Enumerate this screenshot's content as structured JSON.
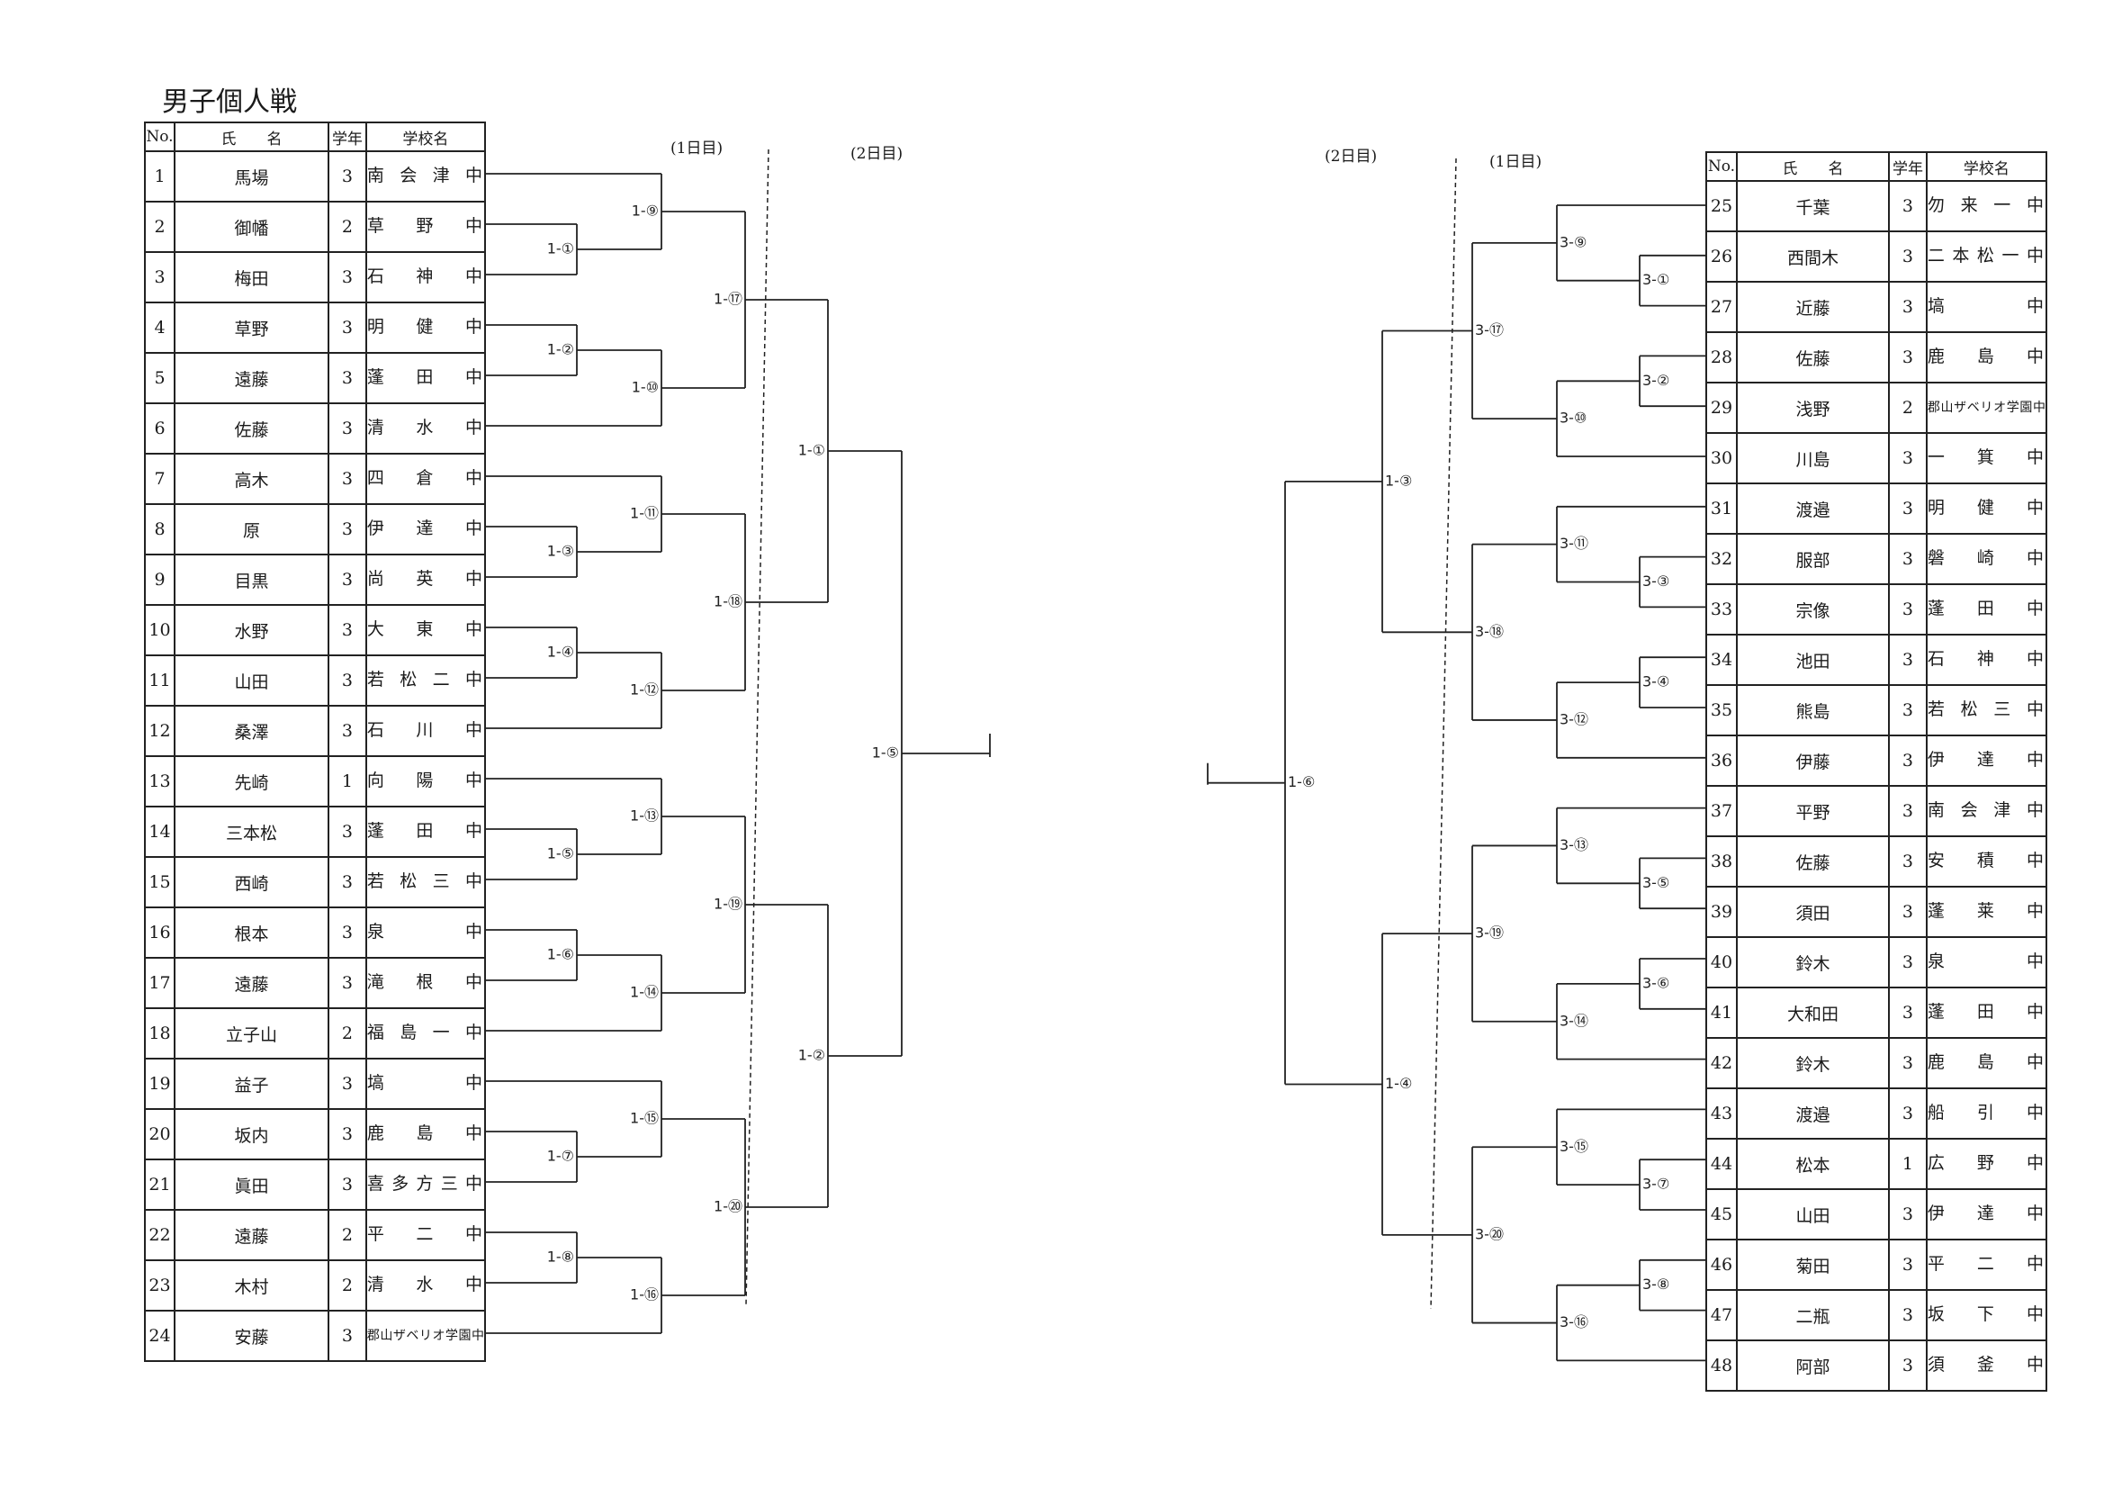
{
  "title": "男子個人戦",
  "headers": {
    "no": "No.",
    "name": "氏　　名",
    "grade": "学年",
    "school": "学校名"
  },
  "day_labels": {
    "day1": "(1日目)",
    "day2": "(2日目)"
  },
  "players_left": [
    {
      "no": "1",
      "name": "馬場",
      "grade": "3",
      "school": "南会津中"
    },
    {
      "no": "2",
      "name": "御幡",
      "grade": "2",
      "school": "草野中"
    },
    {
      "no": "3",
      "name": "梅田",
      "grade": "3",
      "school": "石神中"
    },
    {
      "no": "4",
      "name": "草野",
      "grade": "3",
      "school": "明健中"
    },
    {
      "no": "5",
      "name": "遠藤",
      "grade": "3",
      "school": "蓬田中"
    },
    {
      "no": "6",
      "name": "佐藤",
      "grade": "3",
      "school": "清水中"
    },
    {
      "no": "7",
      "name": "高木",
      "grade": "3",
      "school": "四倉中"
    },
    {
      "no": "8",
      "name": "原",
      "grade": "3",
      "school": "伊達中"
    },
    {
      "no": "9",
      "name": "目黒",
      "grade": "3",
      "school": "尚英中"
    },
    {
      "no": "10",
      "name": "水野",
      "grade": "3",
      "school": "大東中"
    },
    {
      "no": "11",
      "name": "山田",
      "grade": "3",
      "school": "若松二中"
    },
    {
      "no": "12",
      "name": "桑澤",
      "grade": "3",
      "school": "石川中"
    },
    {
      "no": "13",
      "name": "先崎",
      "grade": "1",
      "school": "向陽中"
    },
    {
      "no": "14",
      "name": "三本松",
      "grade": "3",
      "school": "蓬田中"
    },
    {
      "no": "15",
      "name": "西崎",
      "grade": "3",
      "school": "若松三中"
    },
    {
      "no": "16",
      "name": "根本",
      "grade": "3",
      "school": "泉中"
    },
    {
      "no": "17",
      "name": "遠藤",
      "grade": "3",
      "school": "滝根中"
    },
    {
      "no": "18",
      "name": "立子山",
      "grade": "2",
      "school": "福島一中"
    },
    {
      "no": "19",
      "name": "益子",
      "grade": "3",
      "school": "塙中"
    },
    {
      "no": "20",
      "name": "坂内",
      "grade": "3",
      "school": "鹿島中"
    },
    {
      "no": "21",
      "name": "眞田",
      "grade": "3",
      "school": "喜多方三中"
    },
    {
      "no": "22",
      "name": "遠藤",
      "grade": "2",
      "school": "平二中"
    },
    {
      "no": "23",
      "name": "木村",
      "grade": "2",
      "school": "清水中"
    },
    {
      "no": "24",
      "name": "安藤",
      "grade": "3",
      "school": "郡山ザベリオ学園中"
    }
  ],
  "players_right": [
    {
      "no": "25",
      "name": "千葉",
      "grade": "3",
      "school": "勿来一中"
    },
    {
      "no": "26",
      "name": "西間木",
      "grade": "3",
      "school": "二本松一中"
    },
    {
      "no": "27",
      "name": "近藤",
      "grade": "3",
      "school": "塙中"
    },
    {
      "no": "28",
      "name": "佐藤",
      "grade": "3",
      "school": "鹿島中"
    },
    {
      "no": "29",
      "name": "浅野",
      "grade": "2",
      "school": "郡山ザベリオ学園中"
    },
    {
      "no": "30",
      "name": "川島",
      "grade": "3",
      "school": "一箕中"
    },
    {
      "no": "31",
      "name": "渡邉",
      "grade": "3",
      "school": "明健中"
    },
    {
      "no": "32",
      "name": "服部",
      "grade": "3",
      "school": "磐崎中"
    },
    {
      "no": "33",
      "name": "宗像",
      "grade": "3",
      "school": "蓬田中"
    },
    {
      "no": "34",
      "name": "池田",
      "grade": "3",
      "school": "石神中"
    },
    {
      "no": "35",
      "name": "熊島",
      "grade": "3",
      "school": "若松三中"
    },
    {
      "no": "36",
      "name": "伊藤",
      "grade": "3",
      "school": "伊達中"
    },
    {
      "no": "37",
      "name": "平野",
      "grade": "3",
      "school": "南会津中"
    },
    {
      "no": "38",
      "name": "佐藤",
      "grade": "3",
      "school": "安積中"
    },
    {
      "no": "39",
      "name": "須田",
      "grade": "3",
      "school": "蓬莱中"
    },
    {
      "no": "40",
      "name": "鈴木",
      "grade": "3",
      "school": "泉中"
    },
    {
      "no": "41",
      "name": "大和田",
      "grade": "3",
      "school": "蓬田中"
    },
    {
      "no": "42",
      "name": "鈴木",
      "grade": "3",
      "school": "鹿島中"
    },
    {
      "no": "43",
      "name": "渡邉",
      "grade": "3",
      "school": "船引中"
    },
    {
      "no": "44",
      "name": "松本",
      "grade": "1",
      "school": "広野中"
    },
    {
      "no": "45",
      "name": "山田",
      "grade": "3",
      "school": "伊達中"
    },
    {
      "no": "46",
      "name": "菊田",
      "grade": "3",
      "school": "平二中"
    },
    {
      "no": "47",
      "name": "二瓶",
      "grade": "3",
      "school": "坂下中"
    },
    {
      "no": "48",
      "name": "阿部",
      "grade": "3",
      "school": "須釜中"
    }
  ],
  "bracket_left": {
    "l": "1-⑤",
    "c": [
      {
        "l": "1-①",
        "c": [
          {
            "l": "1-⑰",
            "c": [
              {
                "l": "1-⑨",
                "c": [
                  1,
                  {
                    "l": "1-①",
                    "c": [
                      2,
                      3
                    ]
                  }
                ]
              },
              {
                "l": "1-⑩",
                "c": [
                  {
                    "l": "1-②",
                    "c": [
                      4,
                      5
                    ]
                  },
                  6
                ]
              }
            ]
          },
          {
            "l": "1-⑱",
            "c": [
              {
                "l": "1-⑪",
                "c": [
                  7,
                  {
                    "l": "1-③",
                    "c": [
                      8,
                      9
                    ]
                  }
                ]
              },
              {
                "l": "1-⑫",
                "c": [
                  {
                    "l": "1-④",
                    "c": [
                      10,
                      11
                    ]
                  },
                  12
                ]
              }
            ]
          }
        ]
      },
      {
        "l": "1-②",
        "c": [
          {
            "l": "1-⑲",
            "c": [
              {
                "l": "1-⑬",
                "c": [
                  13,
                  {
                    "l": "1-⑤",
                    "c": [
                      14,
                      15
                    ]
                  }
                ]
              },
              {
                "l": "1-⑭",
                "c": [
                  {
                    "l": "1-⑥",
                    "c": [
                      16,
                      17
                    ]
                  },
                  18
                ]
              }
            ]
          },
          {
            "l": "1-⑳",
            "c": [
              {
                "l": "1-⑮",
                "c": [
                  19,
                  {
                    "l": "1-⑦",
                    "c": [
                      20,
                      21
                    ]
                  }
                ]
              },
              {
                "l": "1-⑯",
                "c": [
                  {
                    "l": "1-⑧",
                    "c": [
                      22,
                      23
                    ]
                  },
                  24
                ]
              }
            ]
          }
        ]
      }
    ]
  },
  "bracket_right": {
    "l": "1-⑥",
    "c": [
      {
        "l": "1-③",
        "c": [
          {
            "l": "3-⑰",
            "c": [
              {
                "l": "3-⑨",
                "c": [
                  25,
                  {
                    "l": "3-①",
                    "c": [
                      26,
                      27
                    ]
                  }
                ]
              },
              {
                "l": "3-⑩",
                "c": [
                  {
                    "l": "3-②",
                    "c": [
                      28,
                      29
                    ]
                  },
                  30
                ]
              }
            ]
          },
          {
            "l": "3-⑱",
            "c": [
              {
                "l": "3-⑪",
                "c": [
                  31,
                  {
                    "l": "3-③",
                    "c": [
                      32,
                      33
                    ]
                  }
                ]
              },
              {
                "l": "3-⑫",
                "c": [
                  {
                    "l": "3-④",
                    "c": [
                      34,
                      35
                    ]
                  },
                  36
                ]
              }
            ]
          }
        ]
      },
      {
        "l": "1-④",
        "c": [
          {
            "l": "3-⑲",
            "c": [
              {
                "l": "3-⑬",
                "c": [
                  37,
                  {
                    "l": "3-⑤",
                    "c": [
                      38,
                      39
                    ]
                  }
                ]
              },
              {
                "l": "3-⑭",
                "c": [
                  {
                    "l": "3-⑥",
                    "c": [
                      40,
                      41
                    ]
                  },
                  42
                ]
              }
            ]
          },
          {
            "l": "3-⑳",
            "c": [
              {
                "l": "3-⑮",
                "c": [
                  43,
                  {
                    "l": "3-⑦",
                    "c": [
                      44,
                      45
                    ]
                  }
                ]
              },
              {
                "l": "3-⑯",
                "c": [
                  {
                    "l": "3-⑧",
                    "c": [
                      46,
                      47
                    ]
                  },
                  48
                ]
              }
            ]
          }
        ]
      }
    ]
  }
}
